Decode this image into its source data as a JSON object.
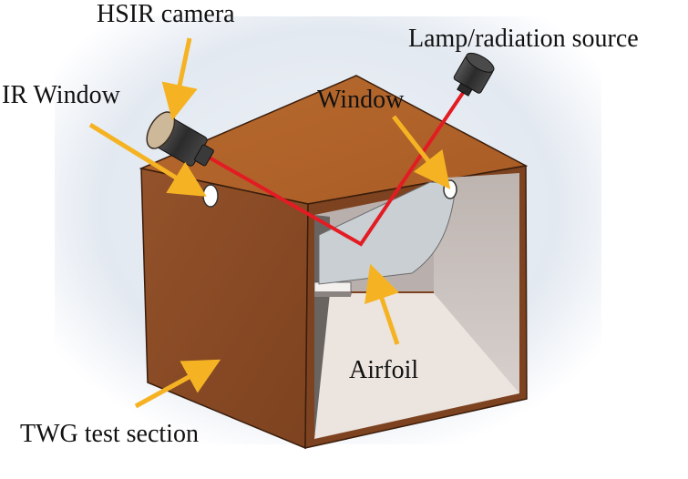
{
  "labels": {
    "hsir_camera": "HSIR camera",
    "lamp": "Lamp/radiation source",
    "ir_window": "IR Window",
    "window": "Window",
    "airfoil": "Airfoil",
    "twg": "TWG test section"
  },
  "colors": {
    "box_front": "#8a4a22",
    "box_top": "#b3652c",
    "inner_wall": "#c8c0bc",
    "inner_floor": "#e9e3df",
    "airfoil": "#c9cfd2",
    "beam": "#e31b23",
    "arrow": "#f5b324",
    "background_glow": "#dfe6ef"
  },
  "icons": {
    "camera": "camera-icon",
    "lamp": "lamp-icon",
    "arrow": "arrow-icon"
  }
}
